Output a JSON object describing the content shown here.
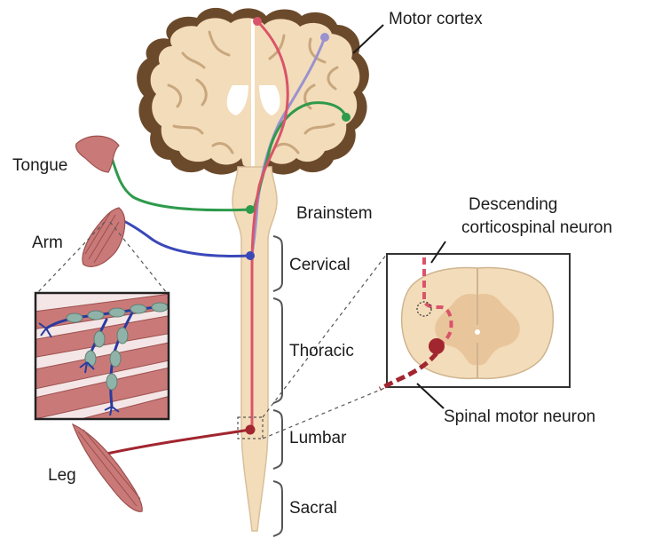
{
  "labels": {
    "motor_cortex": "Motor cortex",
    "tongue": "Tongue",
    "arm": "Arm",
    "leg": "Leg",
    "brainstem": "Brainstem",
    "cervical": "Cervical",
    "thoracic": "Thoracic",
    "lumbar": "Lumbar",
    "sacral": "Sacral",
    "descending_line1": "Descending",
    "descending_line2": "corticospinal neuron",
    "spinal_motor_neuron": "Spinal motor neuron"
  },
  "colors": {
    "tissue": "#f3dcb9",
    "tissue_outline": "#c9a77e",
    "cortex_dark": "#6b4a2b",
    "muscle": "#c97a78",
    "muscle_dark": "#9c4f4d",
    "corticospinal": "#d9546a",
    "tongue_tract": "#2e9a4b",
    "arm_tract": "#3a48b8",
    "cortex_lavender": "#9a92d0",
    "leg_tract": "#a1262f",
    "grey_matter": "#e8c59b"
  }
}
